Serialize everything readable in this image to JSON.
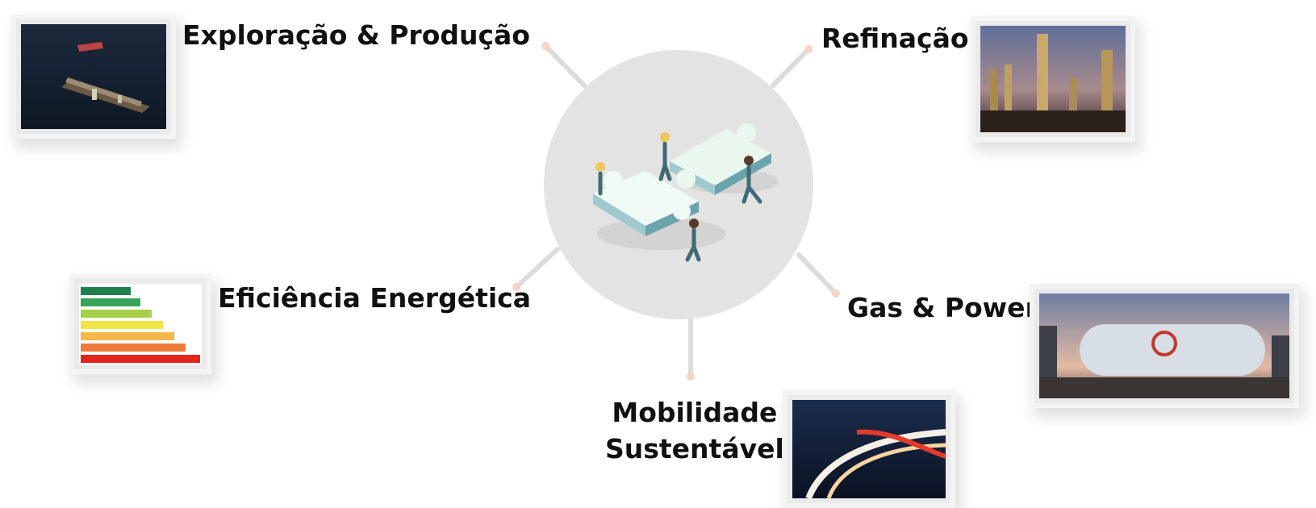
{
  "segments": {
    "exploracao": {
      "label": "Exploração & Produção"
    },
    "refinacao": {
      "label": "Refinação"
    },
    "eficiencia": {
      "label": "Eficiência Energética"
    },
    "gas_power": {
      "label": "Gas & Power"
    },
    "mobilidade": {
      "label_lines": [
        "Mobilidade",
        "Sustentável"
      ]
    }
  },
  "colors": {
    "hub": "#e3e3e3",
    "connector": "#dcdcdc",
    "dot": "#f5d3c6"
  }
}
